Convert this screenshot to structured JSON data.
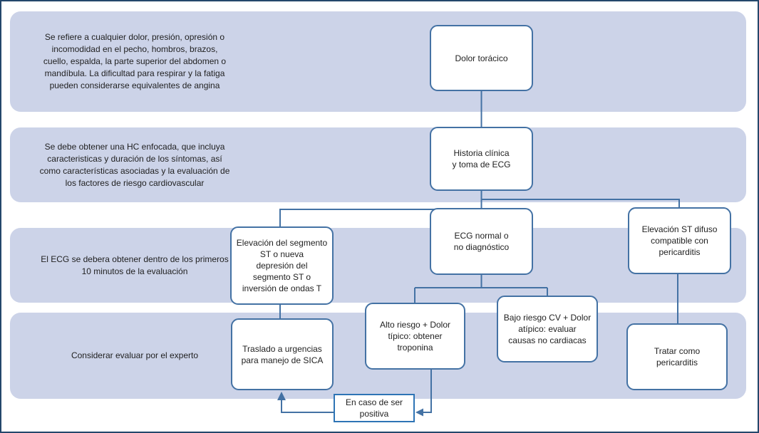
{
  "bands": [
    {
      "text": "Se refiere a cualquier dolor, presión, opresión o\nincomodidad en el pecho, hombros, brazos,\ncuello, espalda, la parte superior del abdomen o\nmandíbula. La dificultad para respirar y la fatiga\npueden considerarse equivalentes de angina"
    },
    {
      "text": "Se debe obtener una HC enfocada, que incluya\ncaracteristicas y duración de los síntomas, así\ncomo características asociadas y la evaluación de\nlos factores de riesgo cardiovascular"
    },
    {
      "text": "El ECG se debera obtener dentro de los primeros\n10 minutos de la evaluación"
    },
    {
      "text": "Considerar evaluar por el experto"
    }
  ],
  "nodes": {
    "dolor_toracico": "Dolor torácico",
    "historia_clinica": "Historia clínica\ny toma de ECG",
    "ecg_normal": "ECG normal o\nno diagnóstico",
    "elevacion_segmento": "Elevación del segmento\nST o nueva\ndepresión del\nsegmento ST o\ninversión de ondas T",
    "elevacion_st_difuso": "Elevación ST difuso\ncompatible con\npericarditis",
    "alto_riesgo": "Alto riesgo + Dolor\ntípico: obtener\ntroponina",
    "bajo_riesgo": "Bajo riesgo CV + Dolor\natípico: evaluar\ncausas no cardiacas",
    "traslado_urgencias": "Traslado a urgencias\npara manejo de SICA",
    "tratar_pericarditis": "Tratar como\npericarditis",
    "en_caso_positiva": "En caso de ser\npositiva"
  },
  "colors": {
    "band_fill": "#ccd3e8",
    "node_border": "#4472a4",
    "feedback_node_border": "#2e74b5",
    "connector": "#4472a4",
    "frame_border": "#24476b",
    "text": "#1f1f1f"
  }
}
